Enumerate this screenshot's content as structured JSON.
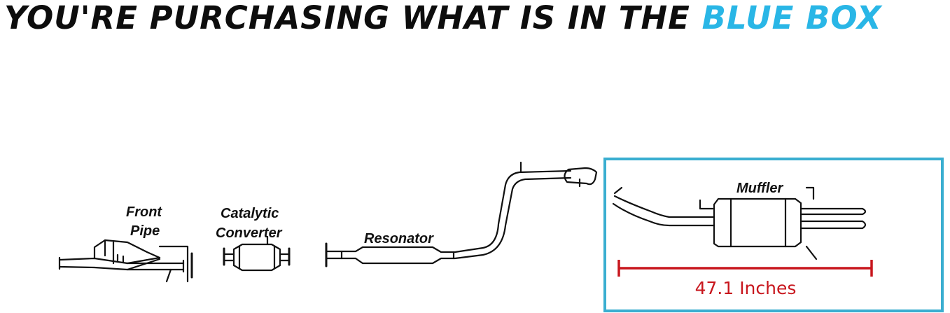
{
  "banner": {
    "text_prefix": "YOU'RE PURCHASING WHAT IS IN THE",
    "text_highlight": "BLUE BOX",
    "highlight_color": "#29b6e6"
  },
  "parts": {
    "front_pipe": {
      "line1": "Front",
      "line2": "Pipe"
    },
    "catalytic_converter": {
      "line1": "Catalytic",
      "line2": "Converter"
    },
    "resonator": {
      "label": "Resonator"
    },
    "muffler": {
      "label": "Muffler"
    }
  },
  "highlight_box": {
    "border_color": "#3aaed0"
  },
  "measurement": {
    "text": "47.1 Inches",
    "color": "#c8161d"
  }
}
